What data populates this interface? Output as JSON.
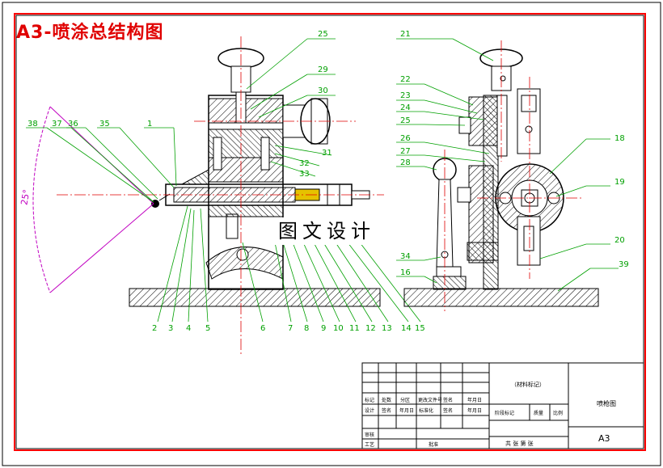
{
  "title": "A3-喷涂总结构图",
  "watermark": "图文设计",
  "angle_label": "25°",
  "callouts_left": [
    "38",
    "37",
    "36",
    "35",
    "1"
  ],
  "callouts_top": [
    "25",
    "29",
    "30"
  ],
  "callouts_mid_right": [
    "31",
    "32",
    "33"
  ],
  "callouts_bottom": [
    "2",
    "3",
    "4",
    "5",
    "6",
    "7",
    "8",
    "9",
    "10",
    "11",
    "12",
    "13",
    "14",
    "15"
  ],
  "callouts_right_view": [
    "21",
    "22",
    "23",
    "24",
    "25",
    "26",
    "27",
    "28",
    "34",
    "16",
    "18",
    "19",
    "20",
    "39"
  ],
  "title_block": {
    "material_label": "（材料标记）",
    "drawing_name": "喷枪图",
    "sheet_size": "A3",
    "row1": [
      "标记",
      "处数",
      "分区",
      "更改文件号",
      "签名",
      "年月日"
    ],
    "row2": [
      "设计",
      "签名",
      "年月日",
      "标准化",
      "签名",
      "年月日"
    ],
    "stage_row": [
      "阶段标记",
      "质量",
      "比例"
    ],
    "row_review": "审核",
    "row_process": "工艺",
    "row_approve": "批准",
    "sheet_count": "共 张 第 张"
  },
  "colors": {
    "drawing": "#000000",
    "callout": "#00a000",
    "centerline": "#e00000",
    "dimension": "#c000c0",
    "title": "#e00000"
  }
}
